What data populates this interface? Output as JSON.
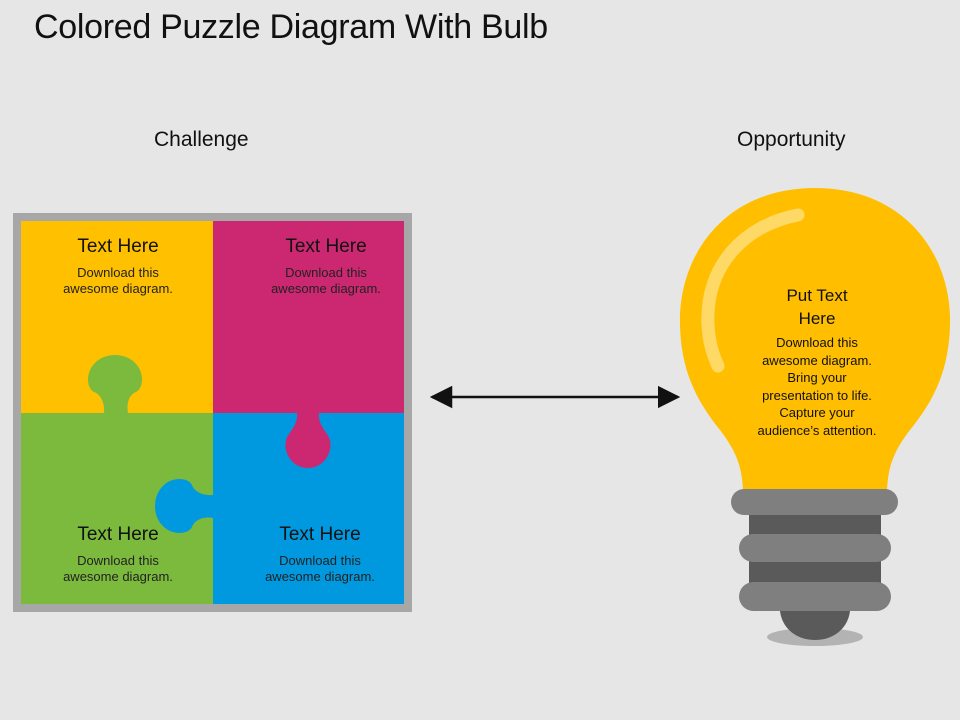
{
  "title": "Colored Puzzle Diagram With Bulb",
  "labels": {
    "left": "Challenge",
    "right": "Opportunity"
  },
  "colors": {
    "yellow": "#ffc000",
    "magenta": "#cc2872",
    "green": "#7cba3e",
    "blue": "#0099e0",
    "frame": "#a7a7a7",
    "bulb": "#ffbe00",
    "bulb_base_dark": "#5a5a5a",
    "bulb_base_light": "#7f7f7f"
  },
  "pieces": [
    {
      "heading": "Text Here",
      "sub": "Download this awesome diagram."
    },
    {
      "heading": "Text Here",
      "sub": "Download this awesome diagram."
    },
    {
      "heading": "Text Here",
      "sub": "Download this awesome diagram."
    },
    {
      "heading": "Text Here",
      "sub": "Download this awesome diagram."
    }
  ],
  "bulb": {
    "heading": "Put Text Here",
    "body": "Download this awesome diagram. Bring your presentation to life. Capture your audience’s attention."
  }
}
